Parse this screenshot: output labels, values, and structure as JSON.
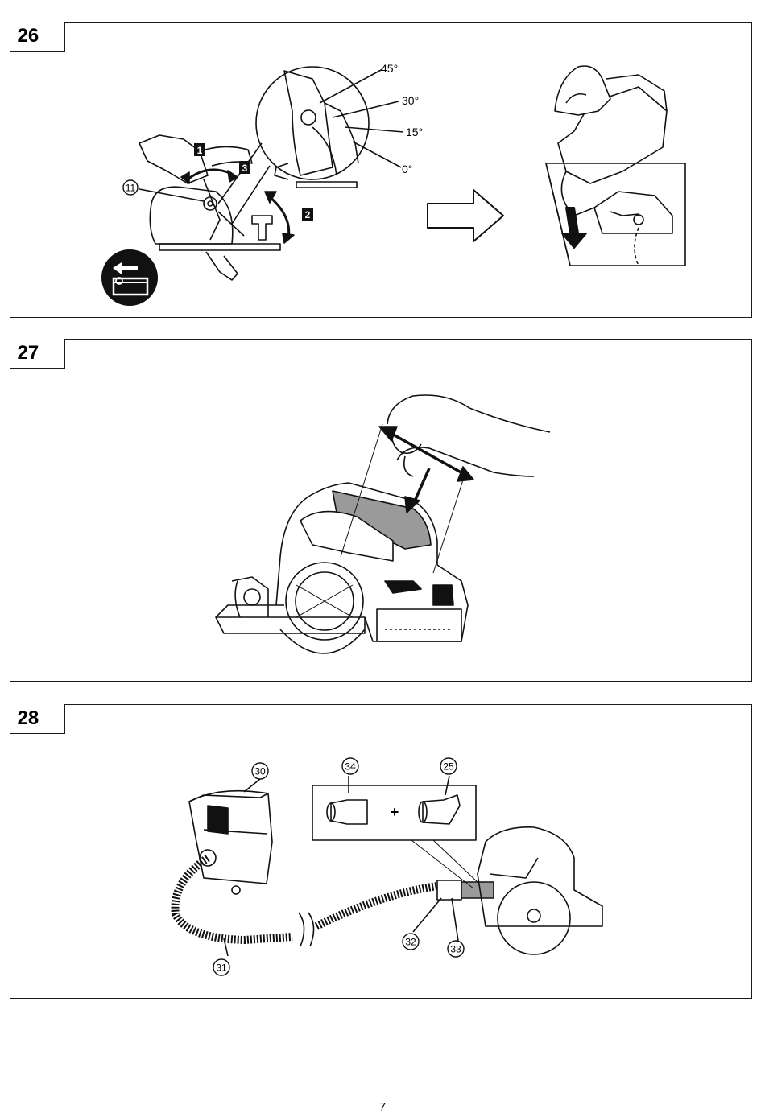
{
  "figures": [
    {
      "number": "26",
      "callouts": {
        "part_11": "11"
      },
      "steps": [
        "1",
        "2",
        "3"
      ],
      "angles": [
        "45°",
        "30°",
        "15°",
        "0°"
      ]
    },
    {
      "number": "27"
    },
    {
      "number": "28",
      "callouts": {
        "part_30": "30",
        "part_34": "34",
        "part_25": "25",
        "part_31": "31",
        "part_32": "32",
        "part_33": "33"
      },
      "plus": "+"
    }
  ],
  "page_number": "7"
}
